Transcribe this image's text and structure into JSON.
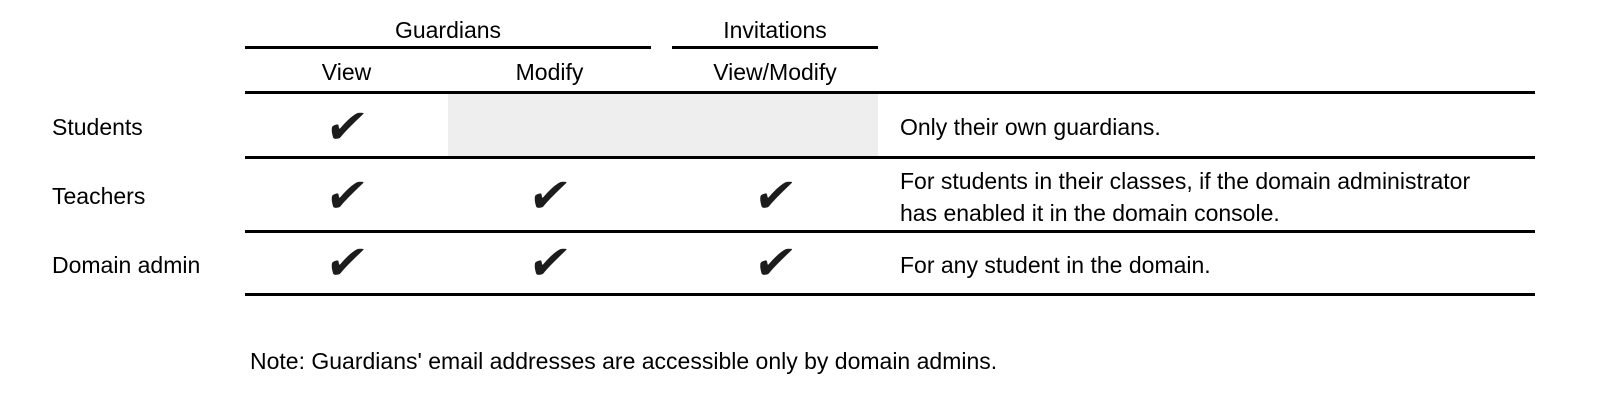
{
  "colors": {
    "background": "#ffffff",
    "rule_line": "#000000",
    "text": "#000000",
    "checkmark": "#1c1c1c",
    "disabled_cell_bg": "#eeeeee"
  },
  "table": {
    "column_groups": [
      {
        "label": "Guardians",
        "columns": [
          "View",
          "Modify"
        ]
      },
      {
        "label": "Invitations",
        "columns": [
          "View/Modify"
        ]
      }
    ],
    "rows": [
      {
        "label": "Students",
        "cells": {
          "view": "✔",
          "modify": "",
          "view_modify": ""
        },
        "disabled_columns": [
          "Modify",
          "View/Modify"
        ],
        "note": "Only their own guardians."
      },
      {
        "label": "Teachers",
        "cells": {
          "view": "✔",
          "modify": "✔",
          "view_modify": "✔"
        },
        "disabled_columns": [],
        "note": "For students in their classes, if the domain administrator\nhas enabled it in the domain console."
      },
      {
        "label": "Domain admin",
        "cells": {
          "view": "✔",
          "modify": "✔",
          "view_modify": "✔"
        },
        "disabled_columns": [],
        "note": "For any student in the domain."
      }
    ]
  },
  "footnote": "Note: Guardians' email addresses are accessible only by domain admins."
}
